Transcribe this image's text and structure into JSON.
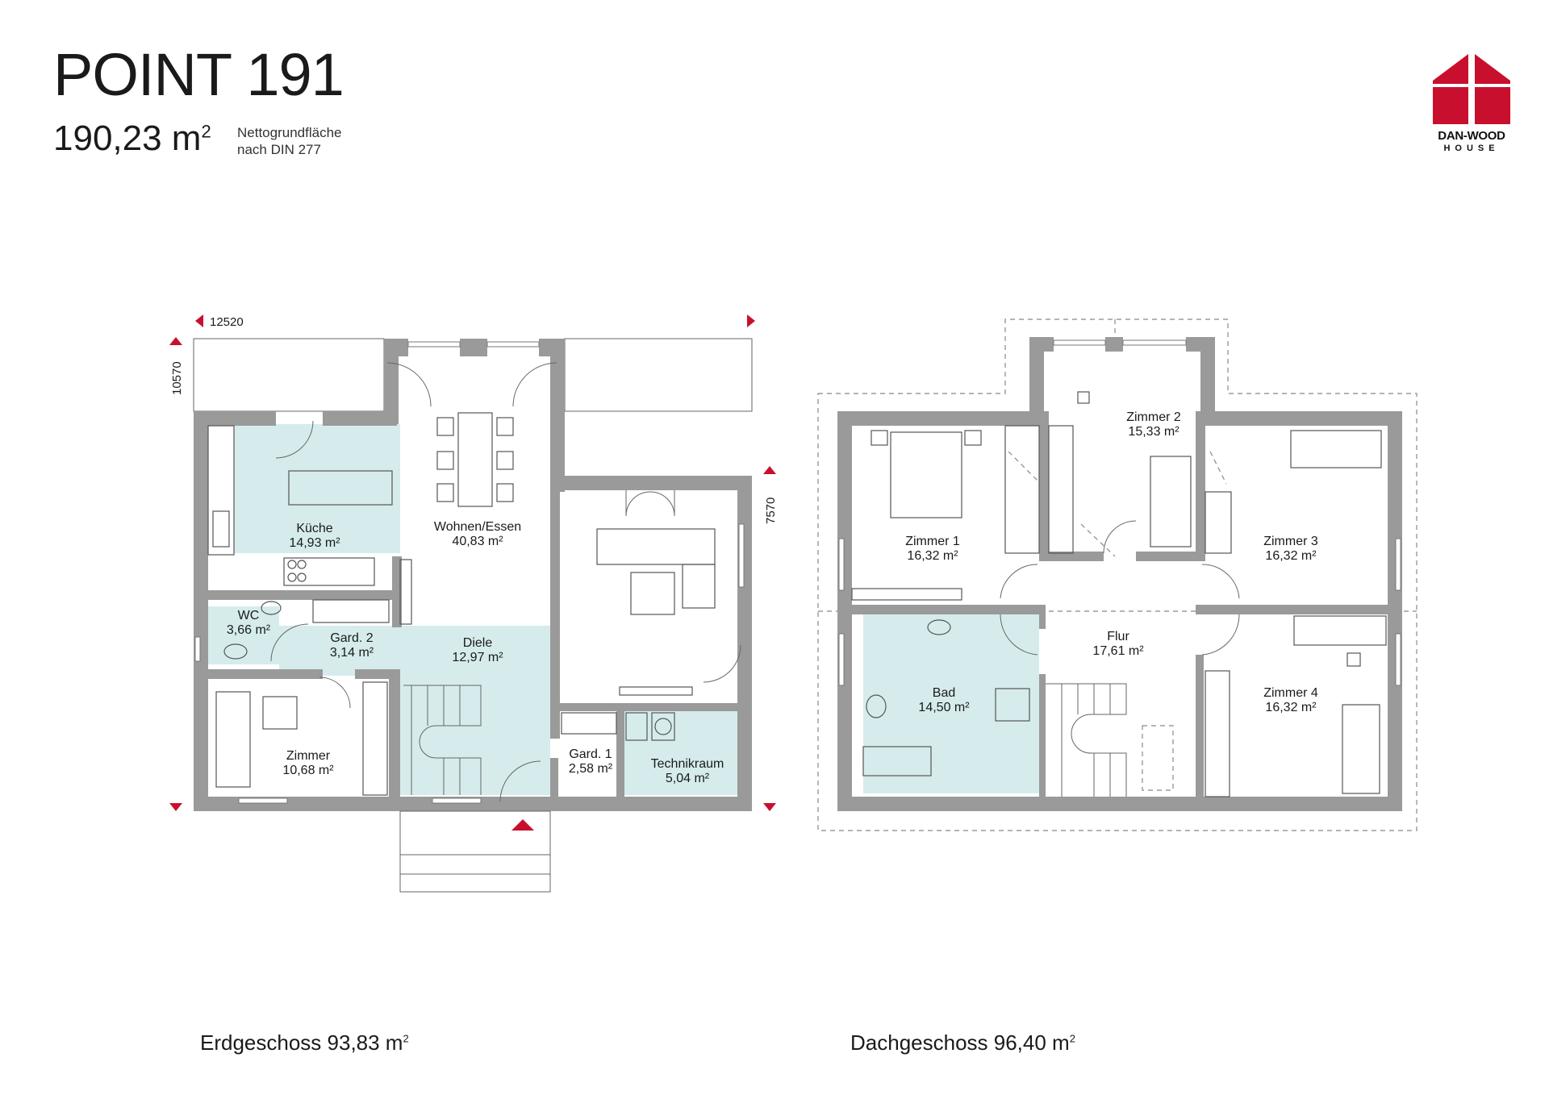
{
  "header": {
    "title": "POINT 191",
    "area_value": "190,23 m",
    "area_exp": "2",
    "note_line1": "Nettogrundfläche",
    "note_line2": "nach DIN 277"
  },
  "logo": {
    "name": "DAN-WOOD",
    "sub": "HOUSE",
    "color": "#c8102e"
  },
  "dimensions": {
    "width": "12520",
    "depth": "10570",
    "side": "7570"
  },
  "ground_floor": {
    "label": "Erdgeschoss 93,83 m",
    "exp": "2",
    "rooms": [
      {
        "name": "Küche",
        "area": "14,93 m²"
      },
      {
        "name": "Wohnen/Essen",
        "area": "40,83 m²"
      },
      {
        "name": "WC",
        "area": "3,66 m²"
      },
      {
        "name": "Gard. 2",
        "area": "3,14 m²"
      },
      {
        "name": "Diele",
        "area": "12,97 m²"
      },
      {
        "name": "Zimmer",
        "area": "10,68 m²"
      },
      {
        "name": "Gard. 1",
        "area": "2,58 m²"
      },
      {
        "name": "Technikraum",
        "area": "5,04 m²"
      }
    ]
  },
  "upper_floor": {
    "label": "Dachgeschoss 96,40 m",
    "exp": "2",
    "rooms": [
      {
        "name": "Zimmer 2",
        "area": "15,33 m²"
      },
      {
        "name": "Zimmer 1",
        "area": "16,32 m²"
      },
      {
        "name": "Zimmer 3",
        "area": "16,32 m²"
      },
      {
        "name": "Flur",
        "area": "17,61 m²"
      },
      {
        "name": "Bad",
        "area": "14,50 m²"
      },
      {
        "name": "Zimmer 4",
        "area": "16,32 m²"
      }
    ]
  }
}
